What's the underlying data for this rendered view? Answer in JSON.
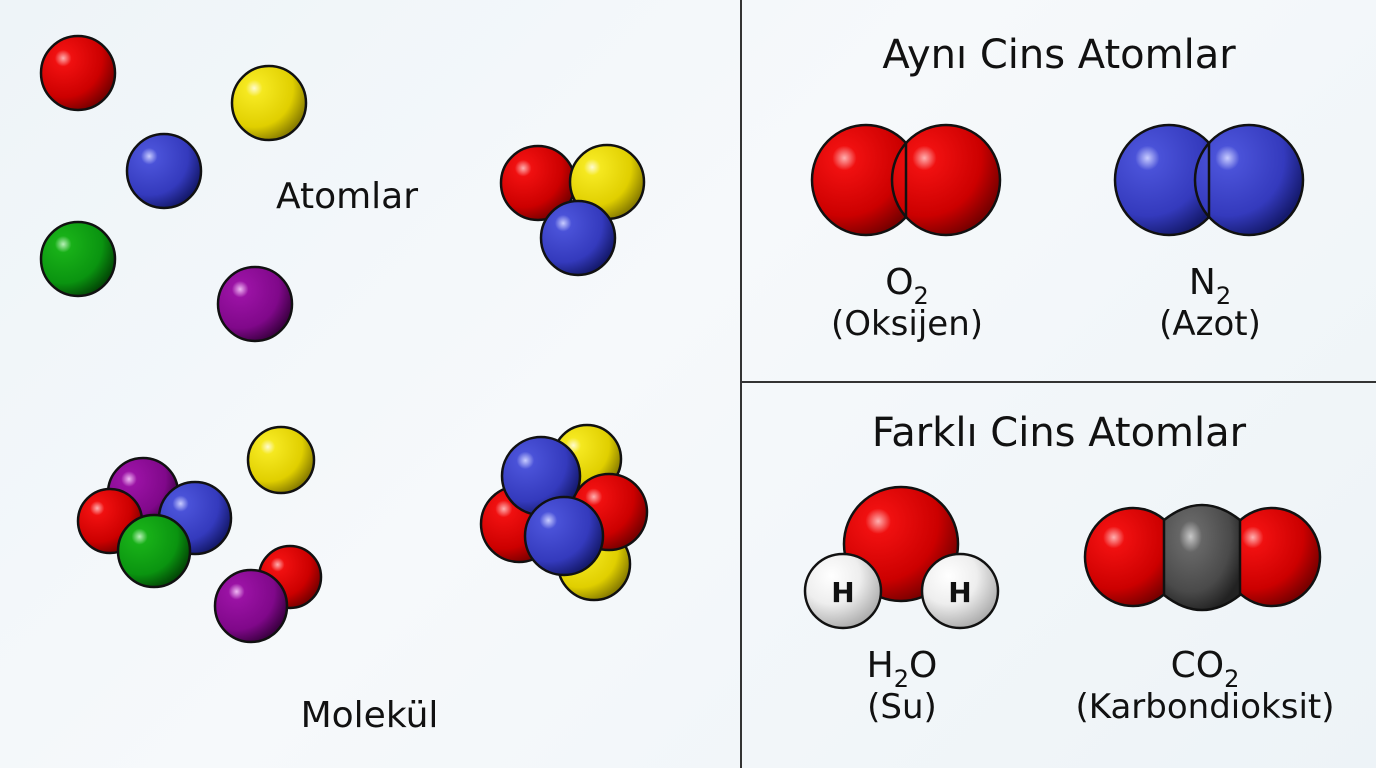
{
  "left_panel": {
    "atoms_label": "Atomlar",
    "molecule_label": "Molekül",
    "free_atoms": [
      {
        "color": "red"
      },
      {
        "color": "yellow"
      },
      {
        "color": "blue"
      },
      {
        "color": "green"
      },
      {
        "color": "purple"
      }
    ],
    "clusters": [
      {
        "atoms": [
          "red",
          "yellow",
          "blue"
        ]
      },
      {
        "atoms": [
          "purple",
          "red",
          "blue",
          "green"
        ]
      },
      {
        "atoms": [
          "yellow"
        ]
      },
      {
        "atoms": [
          "red",
          "purple"
        ]
      },
      {
        "atoms": [
          "yellow",
          "blue",
          "red",
          "red",
          "blue",
          "yellow"
        ]
      }
    ]
  },
  "same_atoms": {
    "title": "Aynı Cins Atomlar",
    "molecules": [
      {
        "formula_main": "O",
        "formula_sub": "2",
        "name": "(Oksijen)",
        "color": "#d10000"
      },
      {
        "formula_main": "N",
        "formula_sub": "2",
        "name": "(Azot)",
        "color": "#3a3fc4"
      }
    ]
  },
  "different_atoms": {
    "title": "Farklı Cins Atomlar",
    "molecules": [
      {
        "formula_a": "H",
        "formula_sub": "2",
        "formula_b": "O",
        "name": "(Su)",
        "atom_labels": [
          "H",
          "H"
        ]
      },
      {
        "formula_a": "CO",
        "formula_sub": "2",
        "name": "(Karbondioksit)"
      }
    ]
  },
  "colors": {
    "red": "#d40000",
    "yellow": "#e8d800",
    "blue": "#3a40c8",
    "green": "#0c9a10",
    "purple": "#86088f",
    "gray": "#4a4a4a",
    "white": "#f2f2f2",
    "divider": "#333333"
  }
}
